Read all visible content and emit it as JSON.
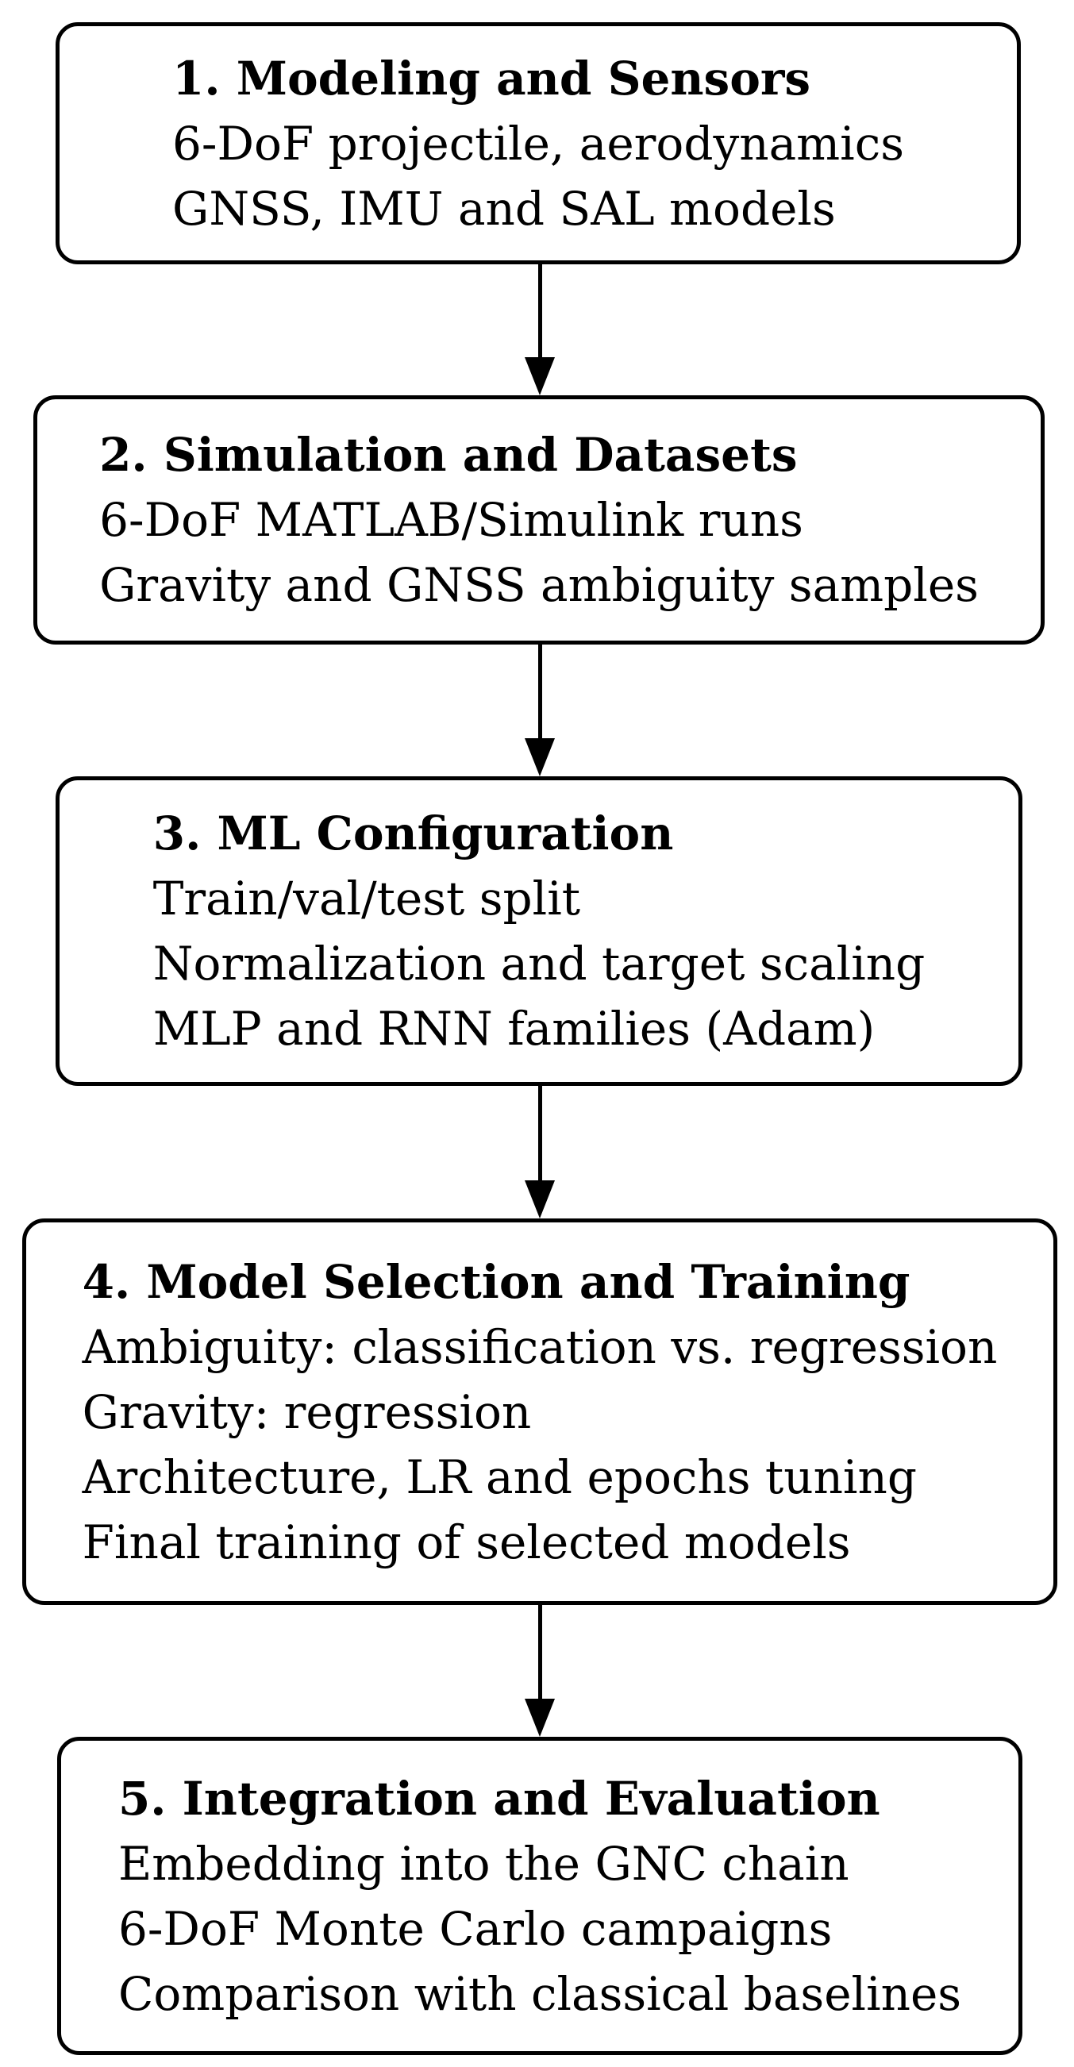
{
  "diagram": {
    "background_color": "#ffffff",
    "line_color": "#000000",
    "text_color": "#000000",
    "boxes": [
      {
        "title": "1. Modeling and Sensors",
        "lines": [
          "6-DoF projectile, aerodynamics",
          "GNSS, IMU and SAL models"
        ]
      },
      {
        "title": "2. Simulation and Datasets",
        "lines": [
          "6-DoF MATLAB/Simulink runs",
          "Gravity and GNSS ambiguity samples"
        ]
      },
      {
        "title": "3. ML Configuration",
        "lines": [
          "Train/val/test split",
          "Normalization and target scaling",
          "MLP and RNN families (Adam)"
        ]
      },
      {
        "title": "4. Model Selection and Training",
        "lines": [
          "Ambiguity: classification vs. regression",
          "Gravity: regression",
          "Architecture, LR and epochs tuning",
          "Final training of selected models"
        ]
      },
      {
        "title": "5. Integration and Evaluation",
        "lines": [
          "Embedding into the GNC chain",
          "6-DoF Monte Carlo campaigns",
          "Comparison with classical baselines"
        ]
      }
    ]
  }
}
